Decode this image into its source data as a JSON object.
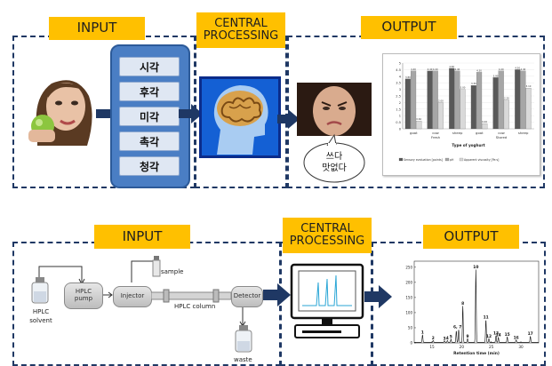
{
  "top": {
    "tags": {
      "input": "INPUT",
      "central": "CENTRAL\nPROCESSING",
      "output": "OUTPUT"
    },
    "senses": [
      "시각",
      "후각",
      "미각",
      "촉각",
      "청각"
    ],
    "speech": "쓰다\n맛없다",
    "bar_chart": {
      "type": "bar",
      "ylabel_ticks": [
        "0",
        "0.5",
        "1",
        "1.5",
        "2",
        "2.5",
        "3",
        "3.5",
        "4",
        "4.5",
        "5"
      ],
      "categories": [
        "goat",
        "cow\nFresh",
        "sheep",
        "goat",
        "cow\nStored",
        "sheep"
      ],
      "xlabel": "Type of yoghurt",
      "legend": [
        "Sensory evaluation [points]",
        "pH",
        "Apparent viscosity [Pa·s]"
      ],
      "colors": [
        "#595959",
        "#a6a6a6",
        "#d9d9d9"
      ]
    }
  },
  "bottom": {
    "tags": {
      "input": "INPUT",
      "central": "CENTRAL\nPROCESSING",
      "output": "OUTPUT"
    },
    "labels": {
      "solvent": "HPLC\nsolvent",
      "pump": "HPLC\npump",
      "injector": "Injector",
      "sample": "sample",
      "column": "HPLC column",
      "detector": "Detector",
      "waste": "waste"
    },
    "chromatogram": {
      "xlabel": "Retention time (min)",
      "x_ticks": [
        "15",
        "20",
        "25",
        "30"
      ],
      "y_ticks": [
        "0",
        "50",
        "100",
        "150",
        "200",
        "250"
      ],
      "peaks": [
        "1",
        "2",
        "3",
        "4",
        "5",
        "6, 7",
        "8",
        "9",
        "10",
        "11",
        "12",
        "13",
        "14",
        "15",
        "16",
        "17"
      ]
    }
  },
  "chart_data": [
    {
      "type": "bar",
      "xlabel": "Type of yoghurt",
      "categories": [
        "goat Fresh",
        "cow Fresh",
        "sheep Fresh",
        "goat Stored",
        "cow Stored",
        "sheep Stored"
      ],
      "ylim": [
        0,
        5
      ],
      "series": [
        {
          "name": "Sensory evaluation [points]",
          "values": [
            3.8,
            4.4,
            4.6,
            3.3,
            3.9,
            4.5
          ]
        },
        {
          "name": "pH",
          "values": [
            4.4,
            4.4,
            4.4,
            4.3,
            4.4,
            4.4
          ]
        },
        {
          "name": "Apparent viscosity [Pa·s]",
          "values": [
            0.6,
            2.0,
            3.0,
            0.4,
            2.2,
            3.1
          ]
        }
      ],
      "legend": "bottom"
    }
  ]
}
